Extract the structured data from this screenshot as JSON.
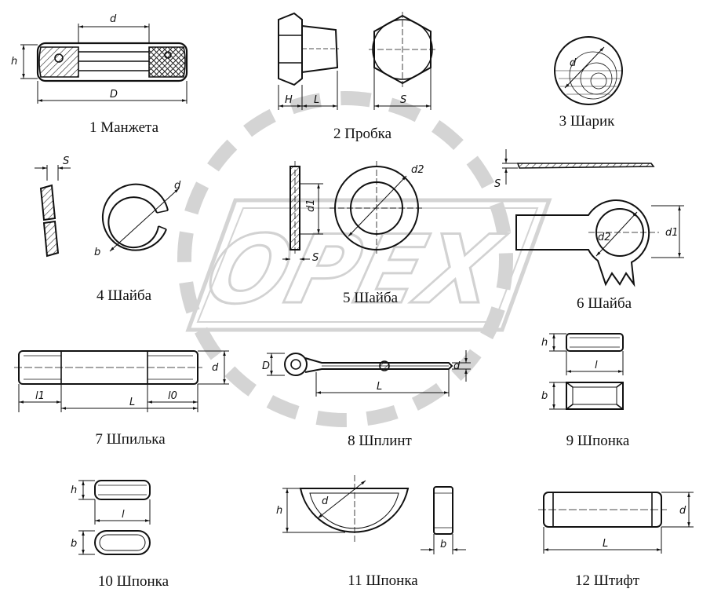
{
  "watermark": {
    "text": "OPEX",
    "icon": "gear-watermark-icon",
    "color": "#d4d4d4"
  },
  "colors": {
    "line": "#111111",
    "hatch": "#222222",
    "background": "#ffffff"
  },
  "parts": [
    {
      "id": "cuff",
      "caption": "1 Манжета",
      "dims": [
        "d",
        "h",
        "D"
      ]
    },
    {
      "id": "plug",
      "caption": "2 Пробка",
      "dims": [
        "H",
        "L",
        "S"
      ]
    },
    {
      "id": "ball",
      "caption": "3 Шарик",
      "dims": [
        "d"
      ]
    },
    {
      "id": "spring-washer",
      "caption": "4 Шайба",
      "dims": [
        "S",
        "d",
        "b"
      ]
    },
    {
      "id": "flat-washer",
      "caption": "5 Шайба",
      "dims": [
        "d1",
        "d2",
        "S"
      ]
    },
    {
      "id": "tab-washer",
      "caption": "6 Шайба",
      "dims": [
        "S",
        "d2",
        "d1"
      ]
    },
    {
      "id": "stud",
      "caption": "7 Шпилька",
      "dims": [
        "l1",
        "L",
        "l0",
        "d"
      ]
    },
    {
      "id": "cotter-pin",
      "caption": "8 Шплинт",
      "dims": [
        "D",
        "d",
        "L"
      ]
    },
    {
      "id": "key-9",
      "caption": "9 Шпонка",
      "dims": [
        "h",
        "l",
        "b"
      ]
    },
    {
      "id": "key-10",
      "caption": "10 Шпонка",
      "dims": [
        "h",
        "l",
        "b"
      ]
    },
    {
      "id": "woodruff-key",
      "caption": "11 Шпонка",
      "dims": [
        "h",
        "d",
        "b"
      ]
    },
    {
      "id": "dowel-pin",
      "caption": "12 Штифт",
      "dims": [
        "d",
        "L"
      ]
    }
  ]
}
